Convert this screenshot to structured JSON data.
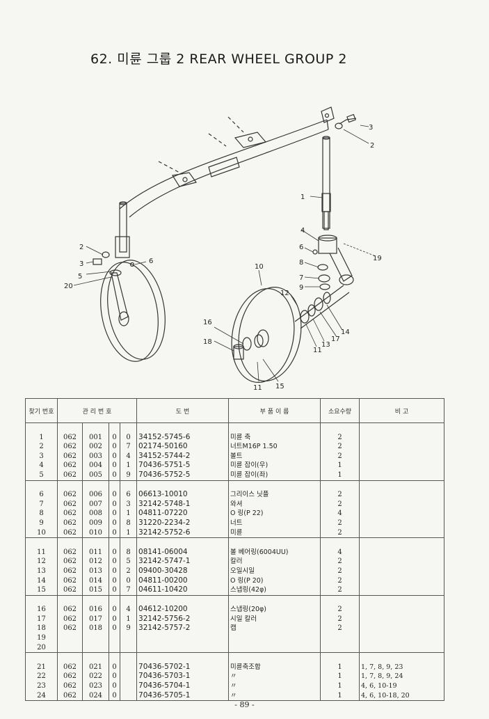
{
  "title": "62. 미륜 그룹 2 REAR WHEEL GROUP 2",
  "callouts": [
    "1",
    "2",
    "3",
    "4",
    "5",
    "6",
    "7",
    "8",
    "9",
    "10",
    "11",
    "12",
    "13",
    "14",
    "15",
    "16",
    "17",
    "18",
    "19",
    "20"
  ],
  "table": {
    "headers": {
      "ref": "찾기 번호",
      "mgmt": "관 리 번 호",
      "drawing": "도 번",
      "name": "부 품 이 름",
      "qty": "소요수량",
      "remarks": "비 고"
    },
    "groups": [
      [
        {
          "no": "1",
          "a": "062",
          "b": "001",
          "c": "0",
          "d": "0",
          "pn": "34152-5745-6",
          "name": "미륜 축",
          "qty": "2",
          "rem": ""
        },
        {
          "no": "2",
          "a": "062",
          "b": "002",
          "c": "0",
          "d": "7",
          "pn": "02174-50160",
          "name": "너트M16P 1.50",
          "qty": "2",
          "rem": ""
        },
        {
          "no": "3",
          "a": "062",
          "b": "003",
          "c": "0",
          "d": "4",
          "pn": "34152-5744-2",
          "name": "볼트",
          "qty": "2",
          "rem": ""
        },
        {
          "no": "4",
          "a": "062",
          "b": "004",
          "c": "0",
          "d": "1",
          "pn": "70436-5751-5",
          "name": "미륜 잡이(우)",
          "qty": "1",
          "rem": ""
        },
        {
          "no": "5",
          "a": "062",
          "b": "005",
          "c": "0",
          "d": "9",
          "pn": "70436-5752-5",
          "name": "미륜 잡이(좌)",
          "qty": "1",
          "rem": ""
        }
      ],
      [
        {
          "no": "6",
          "a": "062",
          "b": "006",
          "c": "0",
          "d": "6",
          "pn": "06613-10010",
          "name": "그리이스 닛플",
          "qty": "2",
          "rem": ""
        },
        {
          "no": "7",
          "a": "062",
          "b": "007",
          "c": "0",
          "d": "3",
          "pn": "32142-5748-1",
          "name": "와셔",
          "qty": "2",
          "rem": ""
        },
        {
          "no": "8",
          "a": "062",
          "b": "008",
          "c": "0",
          "d": "1",
          "pn": "04811-07220",
          "name": "O 링(P 22)",
          "qty": "4",
          "rem": ""
        },
        {
          "no": "9",
          "a": "062",
          "b": "009",
          "c": "0",
          "d": "8",
          "pn": "31220-2234-2",
          "name": "너트",
          "qty": "2",
          "rem": ""
        },
        {
          "no": "10",
          "a": "062",
          "b": "010",
          "c": "0",
          "d": "1",
          "pn": "32142-5752-6",
          "name": "미륜",
          "qty": "2",
          "rem": ""
        }
      ],
      [
        {
          "no": "11",
          "a": "062",
          "b": "011",
          "c": "0",
          "d": "8",
          "pn": "08141-06004",
          "name": "볼 베어링(6004UU)",
          "qty": "4",
          "rem": ""
        },
        {
          "no": "12",
          "a": "062",
          "b": "012",
          "c": "0",
          "d": "5",
          "pn": "32142-5747-1",
          "name": "칼러",
          "qty": "2",
          "rem": ""
        },
        {
          "no": "13",
          "a": "062",
          "b": "013",
          "c": "0",
          "d": "2",
          "pn": "09400-30428",
          "name": "오일시일",
          "qty": "2",
          "rem": ""
        },
        {
          "no": "14",
          "a": "062",
          "b": "014",
          "c": "0",
          "d": "0",
          "pn": "04811-00200",
          "name": "O 링(P 20)",
          "qty": "2",
          "rem": ""
        },
        {
          "no": "15",
          "a": "062",
          "b": "015",
          "c": "0",
          "d": "7",
          "pn": "04611-10420",
          "name": "스냅링(42φ)",
          "qty": "2",
          "rem": ""
        }
      ],
      [
        {
          "no": "16",
          "a": "062",
          "b": "016",
          "c": "0",
          "d": "4",
          "pn": "04612-10200",
          "name": "스냅링(20φ)",
          "qty": "2",
          "rem": ""
        },
        {
          "no": "17",
          "a": "062",
          "b": "017",
          "c": "0",
          "d": "1",
          "pn": "32142-5756-2",
          "name": "시일 칼러",
          "qty": "2",
          "rem": ""
        },
        {
          "no": "18",
          "a": "062",
          "b": "018",
          "c": "0",
          "d": "9",
          "pn": "32142-5757-2",
          "name": "캡",
          "qty": "2",
          "rem": ""
        },
        {
          "no": "19",
          "a": "",
          "b": "",
          "c": "",
          "d": "",
          "pn": "",
          "name": "",
          "qty": "",
          "rem": ""
        },
        {
          "no": "20",
          "a": "",
          "b": "",
          "c": "",
          "d": "",
          "pn": "",
          "name": "",
          "qty": "",
          "rem": ""
        }
      ],
      [
        {
          "no": "21",
          "a": "062",
          "b": "021",
          "c": "0",
          "d": "",
          "pn": "70436-5702-1",
          "name": "미륜축조합",
          "qty": "1",
          "rem": "1, 7, 8, 9, 23"
        },
        {
          "no": "22",
          "a": "062",
          "b": "022",
          "c": "0",
          "d": "",
          "pn": "70436-5703-1",
          "name": "〃",
          "qty": "1",
          "rem": "1, 7, 8, 9, 24"
        },
        {
          "no": "23",
          "a": "062",
          "b": "023",
          "c": "0",
          "d": "",
          "pn": "70436-5704-1",
          "name": "〃",
          "qty": "1",
          "rem": "4, 6, 10-19"
        },
        {
          "no": "24",
          "a": "062",
          "b": "024",
          "c": "0",
          "d": "",
          "pn": "70436-5705-1",
          "name": "〃",
          "qty": "1",
          "rem": "4, 6, 10-18, 20"
        }
      ]
    ]
  },
  "page_number": "- 89 -"
}
